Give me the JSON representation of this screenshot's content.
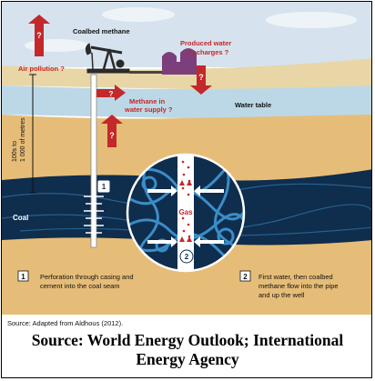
{
  "diagram": {
    "labels": {
      "coalbed_methane": "Coalbed methane",
      "produced_water_line1": "Produced water",
      "produced_water_line2": "discharges ?",
      "air_pollution": "Air pollution ?",
      "water_table": "Water table",
      "methane_supply_line1": "Methane in",
      "methane_supply_line2": "water supply ?",
      "depth_line1": "100s to",
      "depth_line2": "1 000 of metres",
      "coal": "Coal",
      "gas": "Gas",
      "question_mark": "?"
    },
    "steps": [
      {
        "number": "1",
        "text_line1": "Perforation through casing and",
        "text_line2": "cement into the coal seam"
      },
      {
        "number": "2",
        "text_line1": "First water, then coalbed",
        "text_line2": "methane flow into the pipe",
        "text_line3": "and up the well"
      }
    ],
    "colors": {
      "sky": "#d6e3ee",
      "topsoil": "#e8d6a6",
      "groundwater": "#bcd8e6",
      "earth": "#e6bd78",
      "coal": "#0f2d4d",
      "coal_vein": "#3a8dc6",
      "warning_red": "#c4282a",
      "label_red": "#c4282a",
      "pond": "#7b3f7c",
      "pump": "#2a2a2a"
    }
  },
  "source_note": "Source: Adapted from Aldhous (2012).",
  "caption_line1": "Source: World Energy Outlook; International",
  "caption_line2": "Energy Agency"
}
